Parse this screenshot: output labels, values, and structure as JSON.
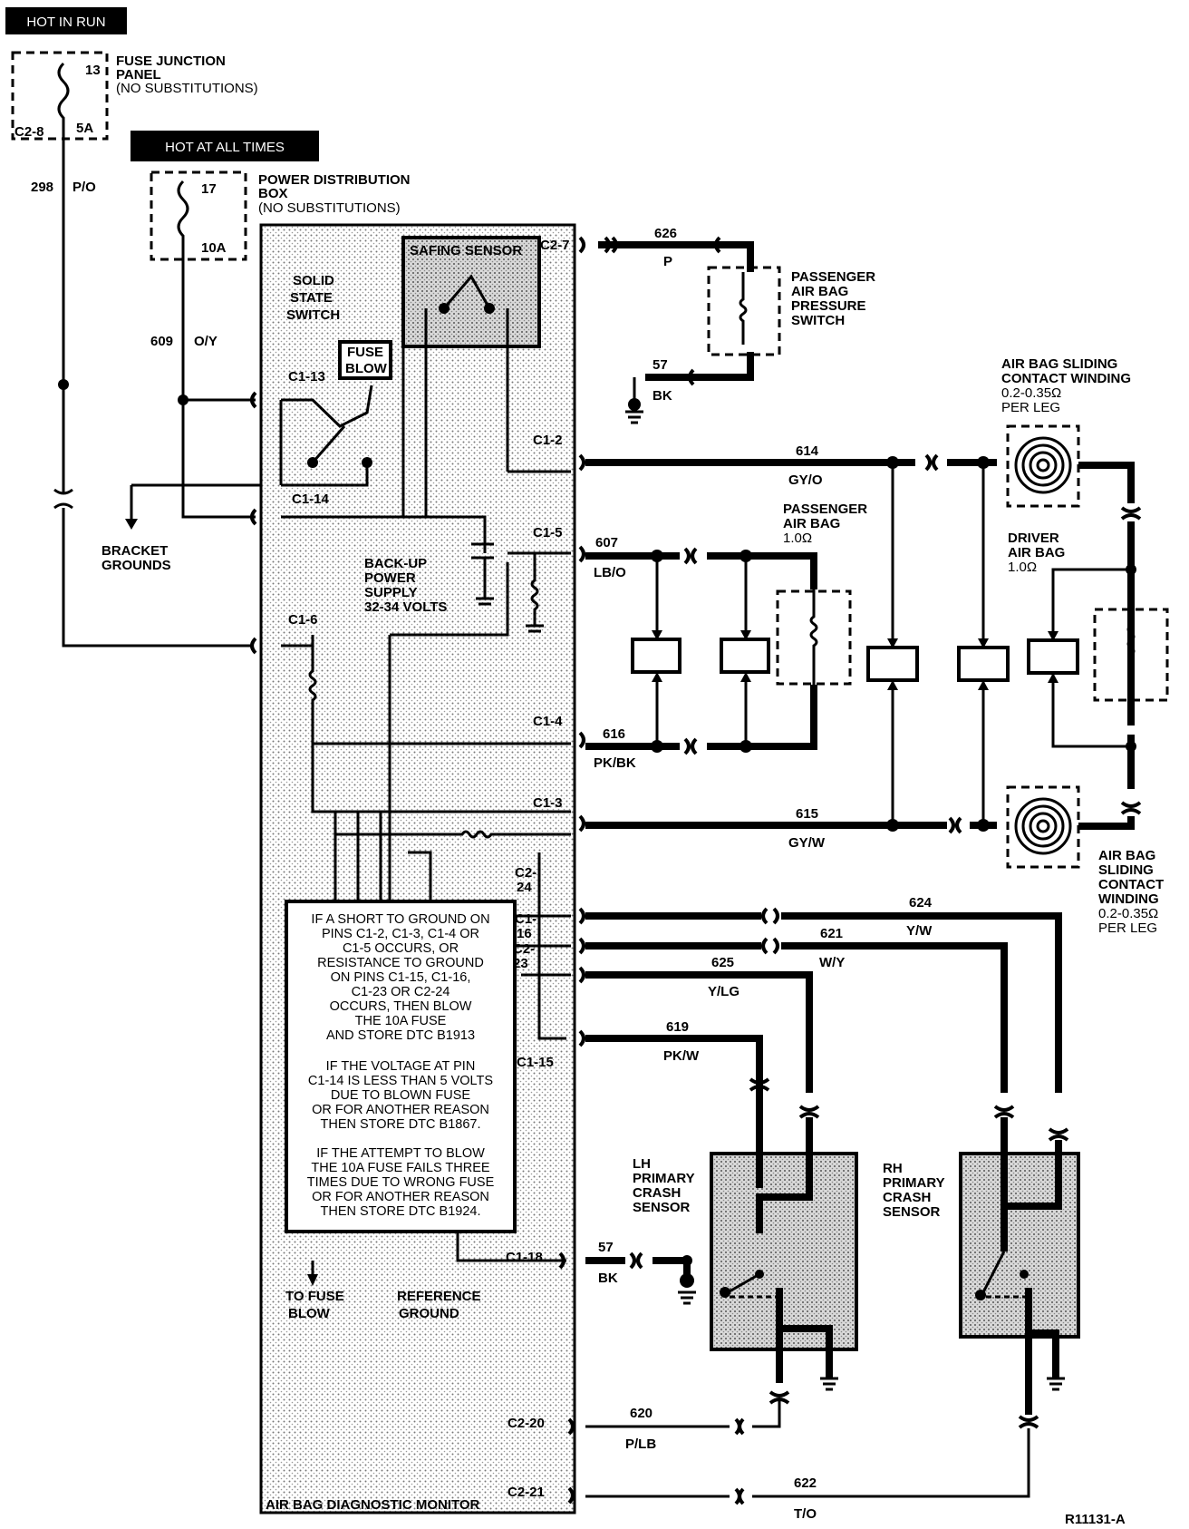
{
  "headers": {
    "hot_in_run": "HOT IN RUN",
    "hot_at_all_times": "HOT AT ALL TIMES"
  },
  "fuse_junction_panel": {
    "title_line1": "FUSE JUNCTION",
    "title_line2": "PANEL",
    "title_line3": "(NO SUBSTITUTIONS)",
    "fuse_number": "13",
    "fuse_rating": "5A",
    "connector": "C2-8"
  },
  "power_distribution_box": {
    "title_line1": "POWER DISTRIBUTION",
    "title_line2": "BOX",
    "title_line3": "(NO SUBSTITUTIONS)",
    "fuse_number": "17",
    "fuse_rating": "10A"
  },
  "monitor": {
    "title": "AIR BAG DIAGNOSTIC MONITOR",
    "safing_sensor": "SAFING SENSOR",
    "solid_state_1": "SOLID",
    "solid_state_2": "STATE",
    "solid_state_3": "SWITCH",
    "fuse_blow_1": "FUSE",
    "fuse_blow_2": "BLOW",
    "backup_1": "BACK-UP",
    "backup_2": "POWER",
    "backup_3": "SUPPLY",
    "backup_4": "32-34 VOLTS",
    "to_fuse_1": "TO FUSE",
    "to_fuse_2": "BLOW",
    "ref_1": "REFERENCE",
    "ref_2": "GROUND",
    "note_lines": [
      "IF A SHORT TO GROUND ON",
      "PINS C1-2, C1-3, C1-4 OR",
      "C1-5 OCCURS, OR",
      "RESISTANCE TO GROUND",
      "ON PINS C1-15, C1-16,",
      "C1-23 OR C2-24",
      "OCCURS, THEN BLOW",
      "THE 10A FUSE",
      "AND STORE DTC B1913",
      "",
      "IF THE VOLTAGE AT PIN",
      "C1-14 IS LESS THAN 5 VOLTS",
      "DUE TO BLOWN FUSE",
      "OR FOR ANOTHER REASON",
      "THEN STORE DTC B1867.",
      "",
      "IF THE ATTEMPT TO BLOW",
      "THE 10A FUSE FAILS THREE",
      "TIMES DUE TO WRONG FUSE",
      "OR FOR ANOTHER REASON",
      "THEN STORE DTC B1924."
    ]
  },
  "pins": {
    "c2_7": "C2-7",
    "c1_13": "C1-13",
    "c1_2": "C1-2",
    "c1_14": "C1-14",
    "c1_5": "C1-5",
    "c1_6": "C1-6",
    "c1_4": "C1-4",
    "c1_3": "C1-3",
    "c2_24a": "C2-",
    "c2_24b": "24",
    "c1_16a": "C1-",
    "c1_16b": "16",
    "c2_23a": "C2-",
    "c2_23b": "23",
    "c1_15": "C1-15",
    "c1_18": "C1-18",
    "c2_20": "C2-20",
    "c2_21": "C2-21"
  },
  "wires": {
    "w298": "298",
    "w298c": "P/O",
    "w609": "609",
    "w609c": "O/Y",
    "w626": "626",
    "w626c": "P",
    "w57a": "57",
    "w57ac": "BK",
    "w614": "614",
    "w614c": "GY/O",
    "w607": "607",
    "w607c": "LB/O",
    "w616": "616",
    "w616c": "PK/BK",
    "w615": "615",
    "w615c": "GY/W",
    "w624": "624",
    "w624c": "Y/W",
    "w621": "621",
    "w621c": "W/Y",
    "w625": "625",
    "w625c": "Y/LG",
    "w619": "619",
    "w619c": "PK/W",
    "w57b": "57",
    "w57bc": "BK",
    "w620": "620",
    "w620c": "P/LB",
    "w622": "622",
    "w622c": "T/O"
  },
  "components": {
    "bracket_1": "BRACKET",
    "bracket_2": "GROUNDS",
    "pab_switch_1": "PASSENGER",
    "pab_switch_2": "AIR BAG",
    "pab_switch_3": "PRESSURE",
    "pab_switch_4": "SWITCH",
    "slide_top_1": "AIR BAG SLIDING",
    "slide_top_2": "CONTACT WINDING",
    "slide_top_3": "0.2-0.35Ω",
    "slide_top_4": "PER LEG",
    "pass_ab_1": "PASSENGER",
    "pass_ab_2": "AIR BAG",
    "pass_ab_3": "1.0Ω",
    "drv_ab_1": "DRIVER",
    "drv_ab_2": "AIR BAG",
    "drv_ab_3": "1.0Ω",
    "slide_bot_1": "AIR BAG",
    "slide_bot_2": "SLIDING",
    "slide_bot_3": "CONTACT",
    "slide_bot_4": "WINDING",
    "slide_bot_5": "0.2-0.35Ω",
    "slide_bot_6": "PER LEG",
    "lh_1": "LH",
    "lh_2": "PRIMARY",
    "lh_3": "CRASH",
    "lh_4": "SENSOR",
    "rh_1": "RH",
    "rh_2": "PRIMARY",
    "rh_3": "CRASH",
    "rh_4": "SENSOR"
  },
  "figure_id": "R11131-A"
}
